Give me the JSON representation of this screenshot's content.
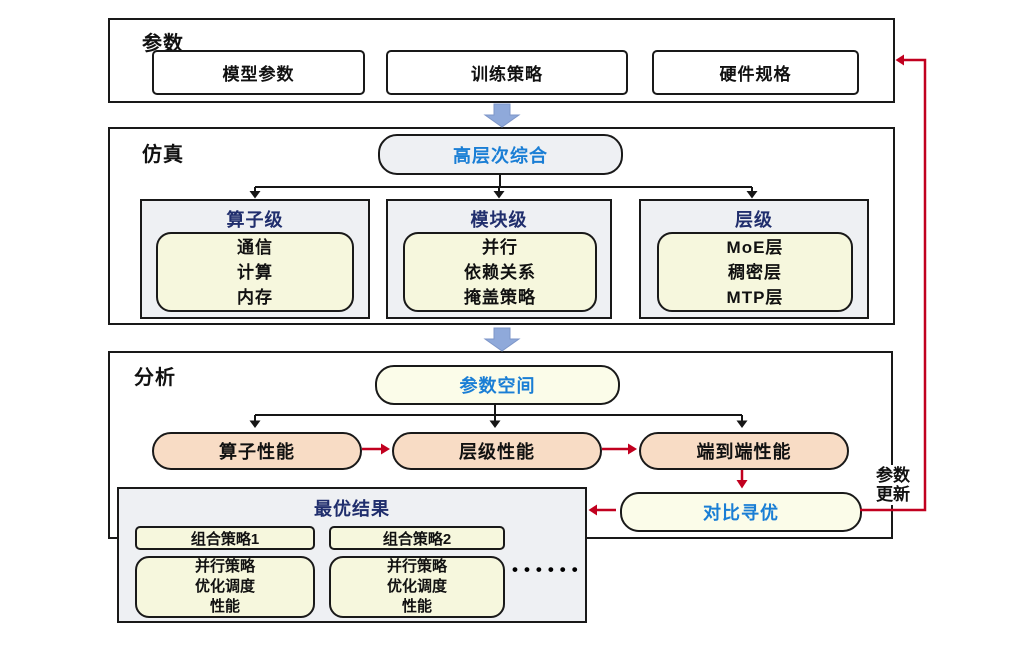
{
  "diagram": {
    "sections": {
      "params": {
        "label": "参数",
        "items": [
          "模型参数",
          "训练策略",
          "硬件规格"
        ]
      },
      "simulation": {
        "label": "仿真",
        "hls": "高层次综合",
        "columns": [
          {
            "title": "算子级",
            "lines": [
              "通信",
              "计算",
              "内存"
            ]
          },
          {
            "title": "模块级",
            "lines": [
              "并行",
              "依赖关系",
              "掩盖策略"
            ]
          },
          {
            "title": "层级",
            "lines": [
              "MoE层",
              "稠密层",
              "MTP层"
            ]
          }
        ]
      },
      "analysis": {
        "label": "分析",
        "param_space": "参数空间",
        "perf_chain": [
          "算子性能",
          "层级性能",
          "端到端性能"
        ],
        "compare": "对比寻优",
        "feedback_line1": "参数",
        "feedback_line2": "更新"
      },
      "results": {
        "title": "最优结果",
        "strategies": [
          {
            "header": "组合策略1",
            "lines": [
              "并行策略",
              "优化调度",
              "性能"
            ]
          },
          {
            "header": "组合策略2",
            "lines": [
              "并行策略",
              "优化调度",
              "性能"
            ]
          }
        ],
        "ellipsis": "••••••"
      }
    },
    "colors": {
      "accent_blue": "#1a7ed5",
      "navy": "#202e6d",
      "red": "#c1001f",
      "panel_gray": "#eef0f3",
      "cream": "#f6f7dd",
      "pale_yellow": "#fbfce9",
      "peach": "#f8dcc5",
      "arrow_blue": "#8fa9da",
      "line_dark": "#191919"
    }
  }
}
